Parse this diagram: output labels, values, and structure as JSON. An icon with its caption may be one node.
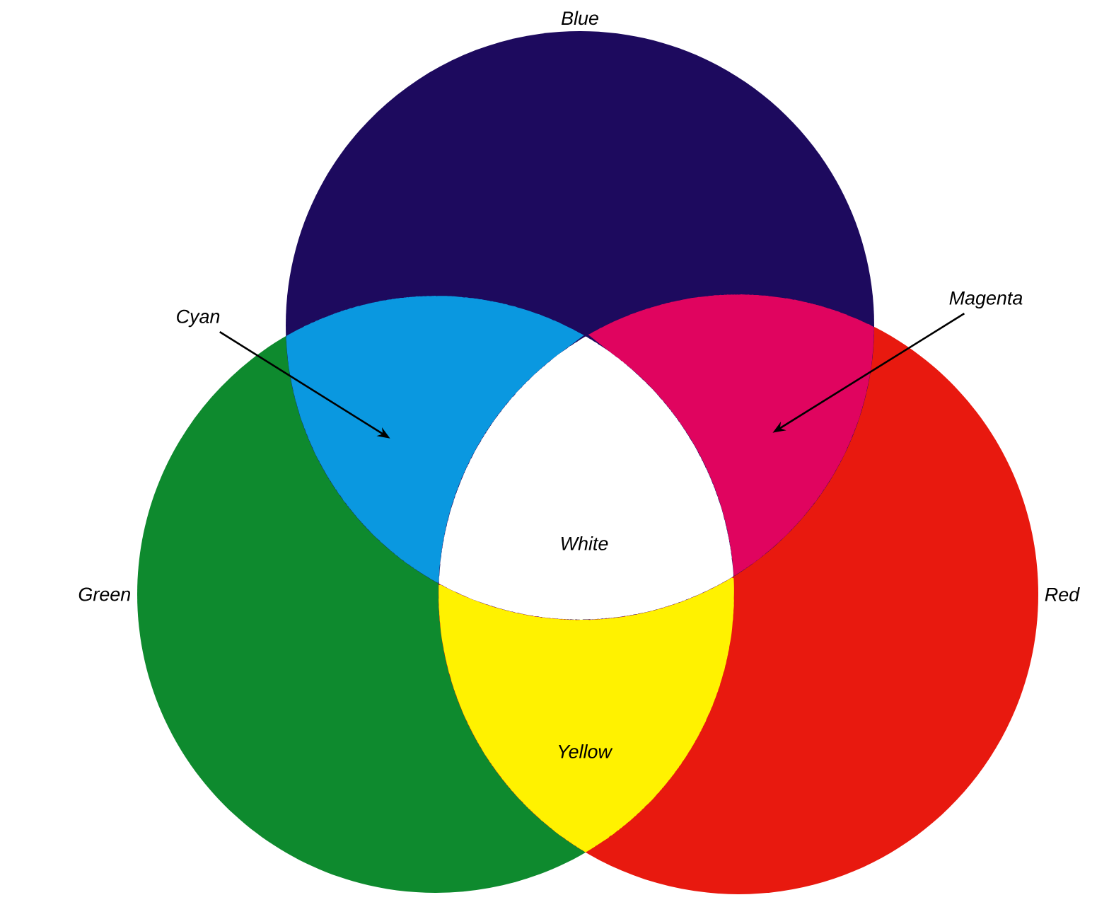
{
  "diagram": {
    "nodes": [
      {
        "text": [
          "Blue"
        ]
      },
      {
        "text": [
          "Green"
        ]
      },
      {
        "text": [
          "Red"
        ]
      },
      {
        "text": [
          "White"
        ]
      },
      {
        "text": [
          "Yellow"
        ]
      },
      {
        "text": [
          "Cyan"
        ]
      },
      {
        "text": [
          "Magenta"
        ]
      },
      {
        "text": [],
        "shape": "lens"
      },
      {
        "text": [],
        "shape": "lens"
      }
    ],
    "edges": [
      {
        "from": 5,
        "to": 7,
        "arrow": "to"
      },
      {
        "from": 6,
        "to": 8,
        "arrow": "to"
      }
    ]
  }
}
